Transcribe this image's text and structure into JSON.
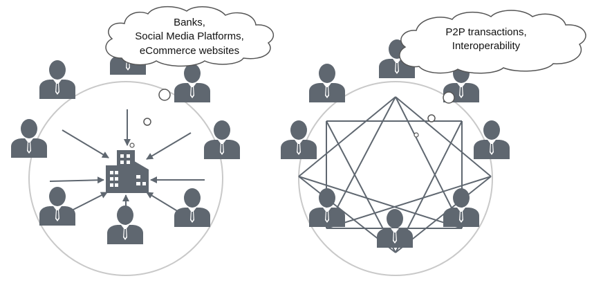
{
  "colors": {
    "person": "#5f6770",
    "ring": "#c9c9c9",
    "arrow": "#5f6770",
    "mesh_line": "#5f6770",
    "bubble_stroke": "#555555",
    "bubble_fill": "#ffffff"
  },
  "centralized": {
    "bubble": {
      "lines": [
        "Banks,",
        "Social Media Platforms,",
        "eCommerce websites"
      ]
    },
    "hub_icon": "building-icon",
    "node_icon": "person-icon",
    "node_count": 8
  },
  "decentralized": {
    "bubble": {
      "lines": [
        "P2P transactions,",
        "Interoperability"
      ]
    },
    "node_icon": "person-icon",
    "node_count": 8
  }
}
